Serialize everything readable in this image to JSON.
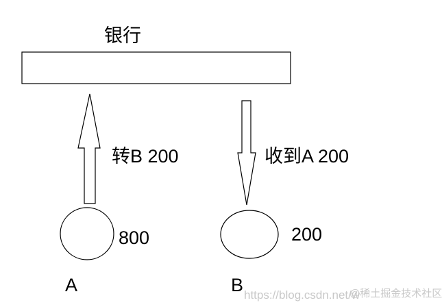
{
  "diagram": {
    "bank": {
      "title": "银行"
    },
    "transfer_out": {
      "label": "转B 200",
      "direction": "up"
    },
    "transfer_in": {
      "label": "收到A 200",
      "direction": "down"
    },
    "account_a": {
      "name": "A",
      "balance": "800"
    },
    "account_b": {
      "name": "B",
      "balance": "200"
    }
  },
  "watermark": {
    "url_text": "https://blog.csdn.net/w",
    "brand_text": "@稀土掘金技术社区"
  }
}
